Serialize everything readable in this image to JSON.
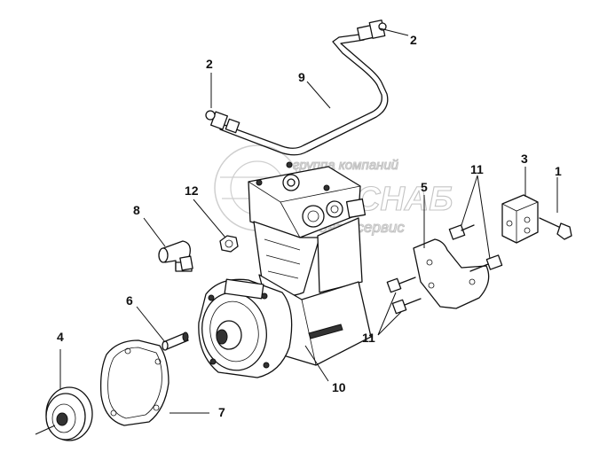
{
  "callouts": {
    "c1": "1",
    "c2a": "2",
    "c2b": "2",
    "c3": "3",
    "c4": "4",
    "c5": "5",
    "c6": "6",
    "c7": "7",
    "c8": "8",
    "c9": "9",
    "c10": "10",
    "c11a": "11",
    "c11b": "11",
    "c12": "12"
  },
  "watermark": {
    "top_line": "группа компаний",
    "main_word": "ТРАНСНАБ",
    "sub_line": "автосервис"
  }
}
